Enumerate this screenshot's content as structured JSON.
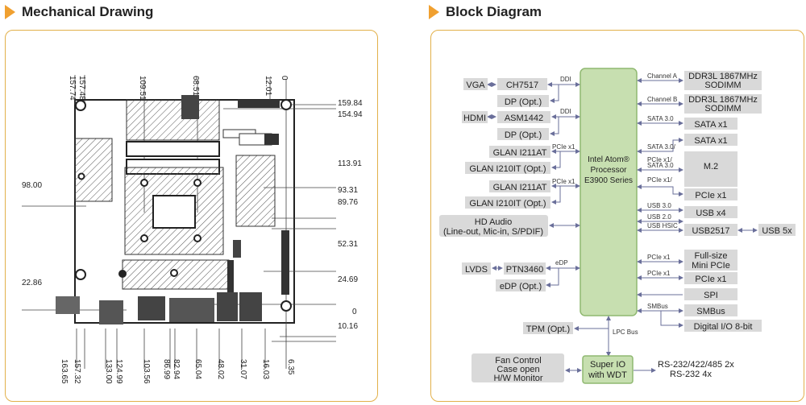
{
  "mechanical": {
    "title": "Mechanical Drawing",
    "dims_top": [
      "157.48",
      "157.74",
      "109.51",
      "68.51",
      "12.01",
      "0"
    ],
    "dims_right": [
      "159.84",
      "154.94",
      "113.91",
      "93.31",
      "89.76",
      "52.31",
      "24.69",
      "0",
      "10.16"
    ],
    "dims_left": [
      "98.00",
      "22.86"
    ],
    "dims_bottom": [
      "163.65",
      "157.32",
      "133.00",
      "124.99",
      "103.56",
      "86.99",
      "82.94",
      "65.04",
      "48.02",
      "31.07",
      "16.03",
      "6.35"
    ]
  },
  "block": {
    "title": "Block Diagram",
    "cpu": [
      "Intel Atom®",
      "Processor",
      "E3900 Series"
    ],
    "left_boxes": [
      "VGA",
      "CH7517",
      "DP (Opt.)",
      "HDMI",
      "ASM1442",
      "DP (Opt.)",
      "GLAN I211AT",
      "GLAN I210IT (Opt.)",
      "GLAN I211AT",
      "GLAN I210IT (Opt.)",
      "HD Audio",
      "(Line-out, Mic-in, S/PDIF)",
      "LVDS",
      "PTN3460",
      "eDP (Opt.)",
      "TPM (Opt.)",
      "Fan Control",
      "Case open",
      "H/W Monitor"
    ],
    "right_boxes": [
      "DDR3L 1867MHz",
      "SODIMM",
      "DDR3L 1867MHz",
      "SODIMM",
      "SATA x1",
      "SATA x1",
      "M.2",
      "PCIe x1",
      "USB x4",
      "USB2517",
      "USB 5x",
      "Full-size",
      "Mini PCIe",
      "PCIe x1",
      "SPI",
      "SMBus",
      "Digital I/O 8-bit"
    ],
    "bus_labels": [
      "DDI",
      "DDI",
      "PCIe x1",
      "PCIe x1",
      "eDP",
      "Channel A",
      "Channel B",
      "SATA 3.0",
      "SATA 3.0/",
      "PCIe x1/",
      "SATA 3.0",
      "PCIe x1/",
      "USB 3.0",
      "USB 2.0",
      "USB HSIC",
      "PCIe x1",
      "PCIe x1",
      "SMBus",
      "LPC Bus"
    ],
    "superio": [
      "Super IO",
      "with WDT"
    ],
    "serial": [
      "RS-232/422/485 2x",
      "RS-232 4x"
    ]
  },
  "colors": {
    "accent": "#f0a030",
    "panel_border": "#e2b04a",
    "box_fill": "#d9d9d9",
    "cpu_fill": "#c7dfb0",
    "cpu_border": "#8fb870",
    "line": "#6a6f9a"
  }
}
